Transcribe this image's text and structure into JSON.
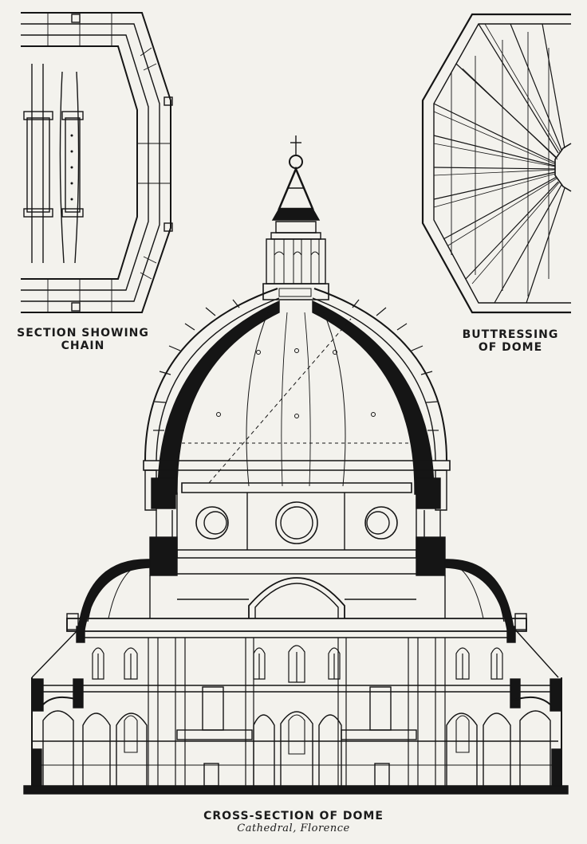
{
  "colors": {
    "paper": "#f3f2ed",
    "ink": "#151515"
  },
  "labels": {
    "section_chain_line1": "SECTION SHOWING",
    "section_chain_line2": "CHAIN",
    "buttressing_line1": "BUTTRESSING",
    "buttressing_line2": "OF DOME",
    "main_title": "CROSS-SECTION OF DOME",
    "subtitle": "Cathedral, Florence"
  }
}
